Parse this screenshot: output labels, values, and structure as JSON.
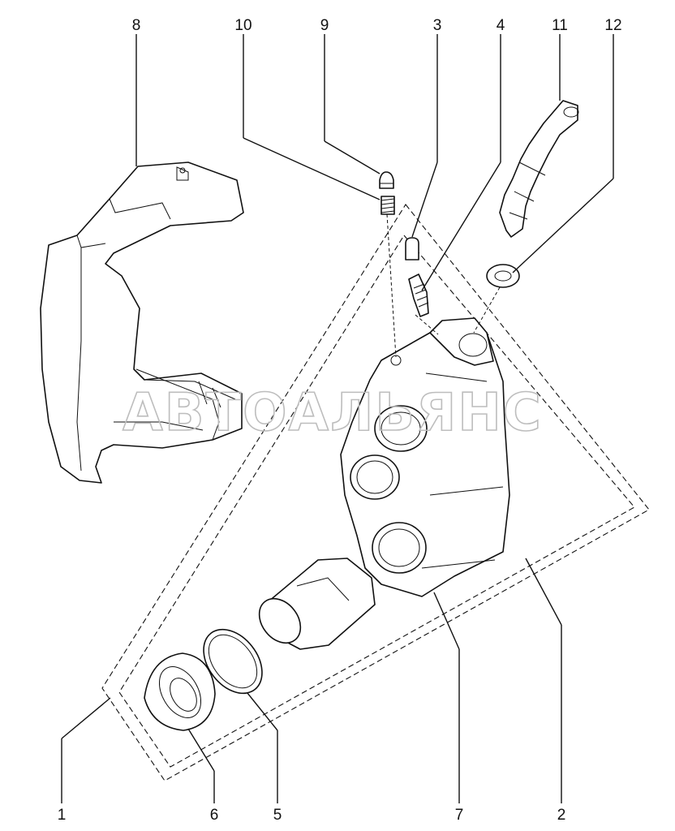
{
  "diagram": {
    "callouts": [
      {
        "id": "c8",
        "label": "8"
      },
      {
        "id": "c10",
        "label": "10"
      },
      {
        "id": "c9",
        "label": "9"
      },
      {
        "id": "c3",
        "label": "3"
      },
      {
        "id": "c4",
        "label": "4"
      },
      {
        "id": "c11",
        "label": "11"
      },
      {
        "id": "c12",
        "label": "12"
      },
      {
        "id": "c1",
        "label": "1"
      },
      {
        "id": "c6",
        "label": "6"
      },
      {
        "id": "c5",
        "label": "5"
      },
      {
        "id": "c7",
        "label": "7"
      },
      {
        "id": "c2",
        "label": "2"
      }
    ],
    "watermark": "АВТОАЛЬЯНС"
  }
}
